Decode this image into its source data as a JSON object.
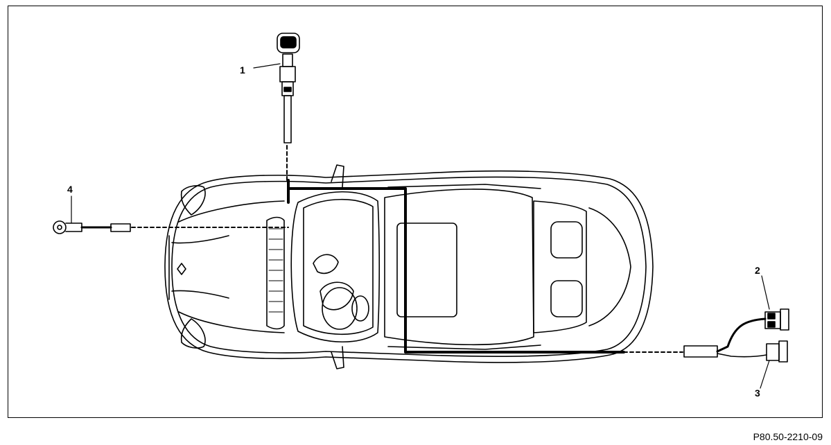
{
  "figure": {
    "code": "P80.50-2210-09",
    "callouts": [
      {
        "id": "1",
        "label": "1"
      },
      {
        "id": "2",
        "label": "2"
      },
      {
        "id": "3",
        "label": "3"
      },
      {
        "id": "4",
        "label": "4"
      }
    ]
  },
  "colors": {
    "line": "#000000",
    "background": "#ffffff"
  }
}
